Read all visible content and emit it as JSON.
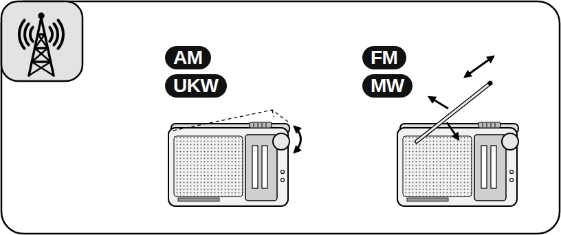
{
  "diagram": {
    "nodes": [
      {
        "text": [
          "AM"
        ]
      },
      {
        "text": [
          "UKW"
        ]
      },
      {
        "text": [
          "FM"
        ]
      },
      {
        "text": [
          "MW"
        ]
      }
    ]
  }
}
